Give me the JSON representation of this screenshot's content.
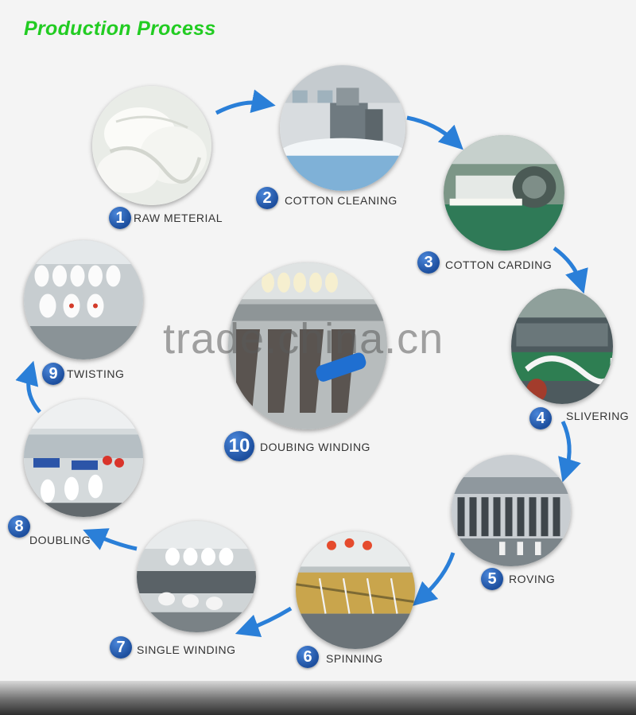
{
  "title": "Production Process",
  "watermark": "trade.china.cn",
  "accent_color": "#22cc22",
  "badge_color": "#2c63b8",
  "arrow_color": "#2a7fd8",
  "steps": [
    {
      "number": "1",
      "label": "RAW METERIAL"
    },
    {
      "number": "2",
      "label": "COTTON  CLEANING"
    },
    {
      "number": "3",
      "label": "COTTON  CARDING"
    },
    {
      "number": "4",
      "label": "SLIVERING"
    },
    {
      "number": "5",
      "label": "ROVING"
    },
    {
      "number": "6",
      "label": "SPINNING"
    },
    {
      "number": "7",
      "label": "SINGLE  WINDING"
    },
    {
      "number": "8",
      "label": "DOUBLING"
    },
    {
      "number": "9",
      "label": "TWISTING"
    },
    {
      "number": "10",
      "label": "DOUBING  WINDING"
    }
  ]
}
